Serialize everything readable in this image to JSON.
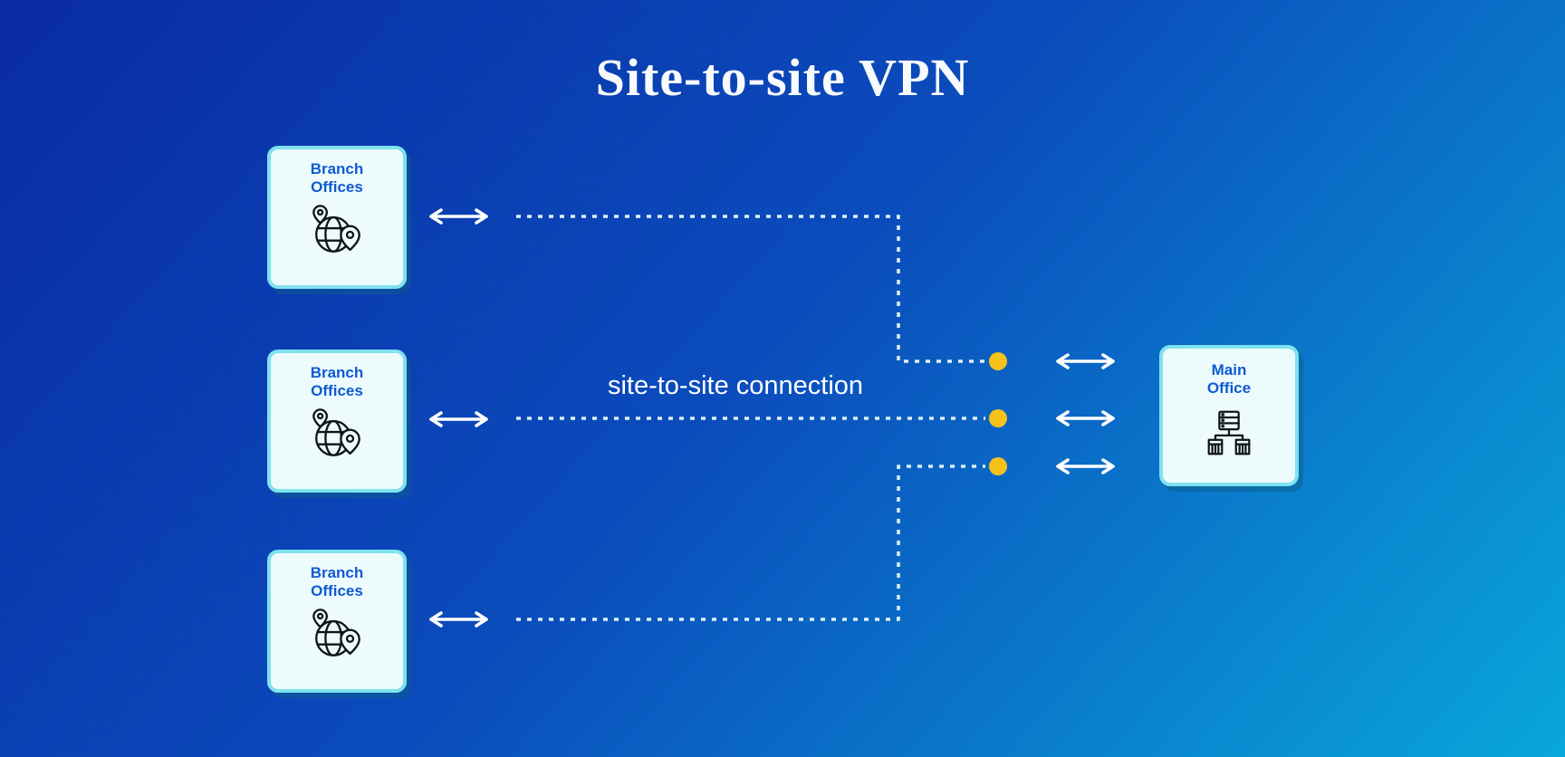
{
  "title": "Site-to-site VPN",
  "diagram": {
    "connection_label": "site-to-site connection",
    "branch_offices": [
      {
        "line1": "Branch",
        "line2": "Offices"
      },
      {
        "line1": "Branch",
        "line2": "Offices"
      },
      {
        "line1": "Branch",
        "line2": "Offices"
      }
    ],
    "main_office": {
      "line1": "Main",
      "line2": "Office"
    },
    "icons": {
      "branch": "globe-location-pins-icon",
      "main": "office-network-icon",
      "link": "double-headed-arrow-icon",
      "endpoint": "yellow-endpoint-dot"
    },
    "colors": {
      "background_top_left": "#0a2ba4",
      "background_bottom_right": "#09a7da",
      "node_fill": "#eefbfd",
      "node_border": "#7ee2ef",
      "label_blue": "#0f5ad2",
      "tunnel_line": "#dff4f8",
      "endpoint_dot": "#f6c21a",
      "arrow": "#ffffff",
      "title_text": "#f8fbfd"
    }
  }
}
